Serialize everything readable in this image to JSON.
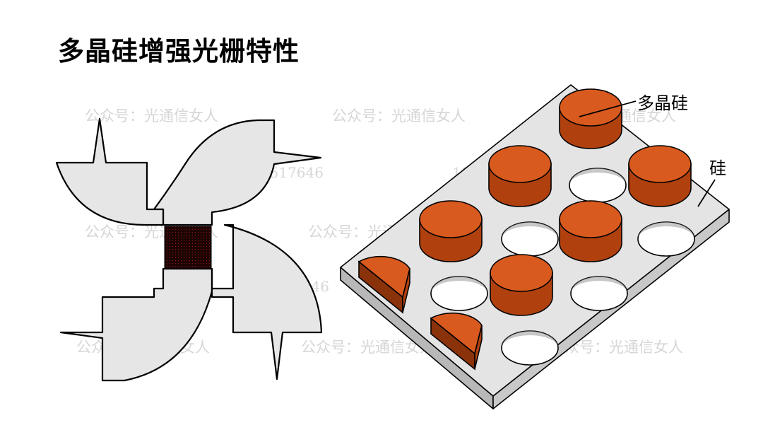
{
  "title": "多晶硅增强光栅特性",
  "labels": {
    "poly_si": "多晶硅",
    "si": "硅"
  },
  "watermark": {
    "text": "公众号：光通信女人",
    "number": "18140517646"
  },
  "colors": {
    "body_gray": "#e6e6e6",
    "cylinder_top": "#d95a1e",
    "cylinder_side": "#b0410f",
    "grating_center": "#2a0a0a"
  }
}
